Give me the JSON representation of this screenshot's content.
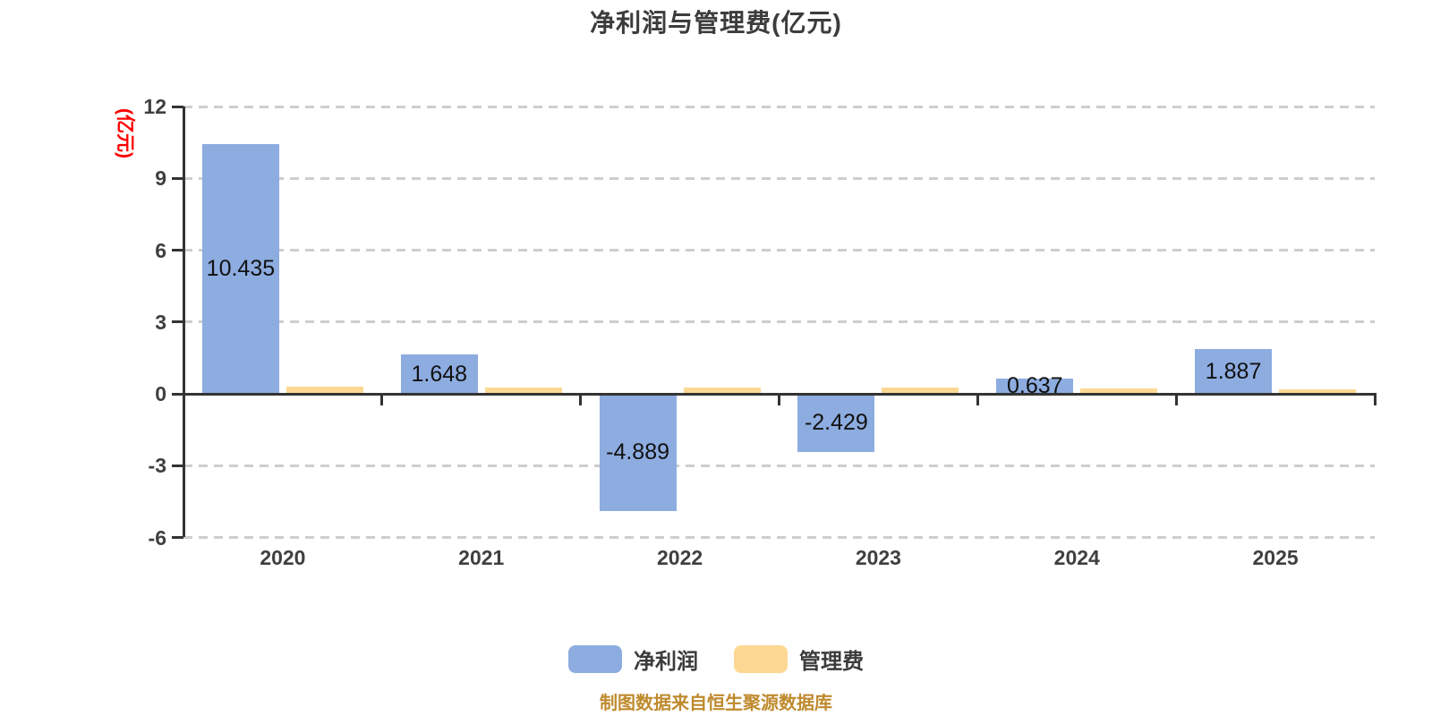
{
  "title": "净利润与管理费(亿元)",
  "footer_note": "制图数据来自恒生聚源数据库",
  "colors": {
    "net_profit": "#8dace0",
    "mgmt_fee": "#fcd893",
    "axis": "#333333",
    "grid": "#cecece",
    "title_text": "#3c3c3c",
    "tick_text": "#3f3f3f",
    "value_label_text": "#111111",
    "unit_label_text": "#fe0000",
    "footer_text": "#bf8a2d"
  },
  "chart_data": {
    "type": "bar",
    "title": "净利润与管理费(亿元)",
    "categories": [
      "2020",
      "2021",
      "2022",
      "2023",
      "2024",
      "2025"
    ],
    "series": [
      {
        "name": "净利润",
        "color": "#8dace0",
        "values": [
          10.435,
          1.648,
          -4.889,
          -2.429,
          0.637,
          1.887
        ],
        "data_labels": [
          "10.435",
          "1.648",
          "-4.889",
          "-2.429",
          "0.637",
          "1.887"
        ],
        "labeled": true
      },
      {
        "name": "管理费",
        "color": "#fcd893",
        "values": [
          0.3,
          0.27,
          0.26,
          0.25,
          0.22,
          0.2
        ],
        "data_labels": [],
        "labeled": false
      }
    ],
    "xlabel": "",
    "ylabel": "(亿元)",
    "yticks": [
      12,
      9,
      6,
      3,
      0,
      -3,
      -6
    ],
    "ylim": [
      -6,
      12
    ],
    "grid": "horizontal-dashed",
    "legend_position": "bottom"
  },
  "legend": {
    "items": [
      {
        "label": "净利润",
        "color": "#8dace0"
      },
      {
        "label": "管理费",
        "color": "#fcd893"
      }
    ]
  }
}
